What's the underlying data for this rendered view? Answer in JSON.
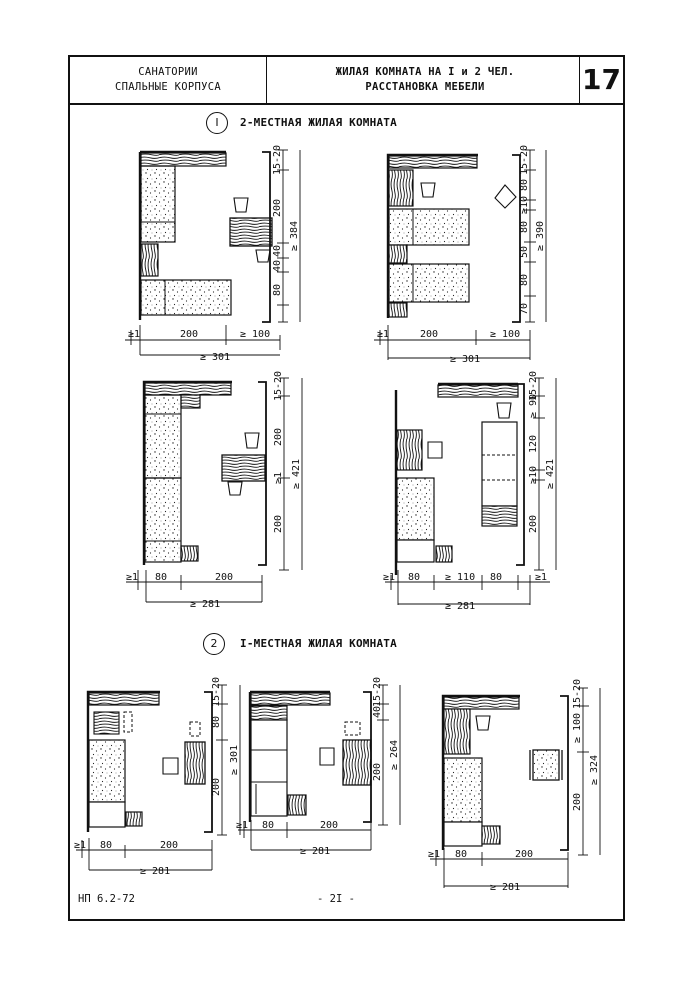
{
  "header": {
    "left_line1": "САНАТОРИИ",
    "left_line2": "СПАЛЬНЫЕ КОРПУСА",
    "center_line1": "ЖИЛАЯ КОМНАТА НА I и 2 ЧЕЛ.",
    "center_line2": "РАССТАНОВКА МЕБЕЛИ",
    "sheet_number": "17"
  },
  "sections": [
    {
      "number": "I",
      "title": "2-МЕСТНАЯ ЖИЛАЯ КОМНАТА"
    },
    {
      "number": "2",
      "title": "I-МЕСТНАЯ ЖИЛАЯ КОМНАТА"
    }
  ],
  "dims": {
    "p1": {
      "v": [
        "15-20",
        "200",
        "40",
        "40",
        "80",
        "≥ 384"
      ],
      "h": [
        "≥1",
        "200",
        "≥ 100",
        "≥ 301"
      ]
    },
    "p2": {
      "v": [
        "15-20",
        "80",
        "≥10",
        "80",
        "50",
        "80",
        "70",
        "≥ 390"
      ],
      "h": [
        "≥1",
        "200",
        "≥ 100",
        "≥ 301"
      ]
    },
    "p3": {
      "v": [
        "15-20",
        "200",
        "≥1",
        "200",
        "≥ 421"
      ],
      "h": [
        "≥1",
        "80",
        "200",
        "≥ 281"
      ]
    },
    "p4": {
      "v": [
        "15-20",
        "≥ 90",
        "120",
        "≥10",
        "200",
        "≥ 421"
      ],
      "h": [
        "≥1",
        "80",
        "≥ 110",
        "80",
        "≥1",
        "≥ 281"
      ]
    },
    "p5": {
      "v": [
        "15-20",
        "80",
        "200",
        "≥ 301"
      ],
      "h": [
        "≥1",
        "80",
        "200",
        "≥ 281"
      ]
    },
    "p6": {
      "v": [
        "15-20",
        "40",
        "200",
        "≥ 264"
      ],
      "h": [
        "≥1",
        "80",
        "200",
        "≥ 281"
      ]
    },
    "p7": {
      "v": [
        "15-20",
        "≥ 100",
        "200",
        "≥ 324"
      ],
      "h": [
        "≥1",
        "80",
        "200",
        "≥ 281"
      ]
    }
  },
  "footer": {
    "code": "НП 6.2-72",
    "page": "- 2I -"
  }
}
